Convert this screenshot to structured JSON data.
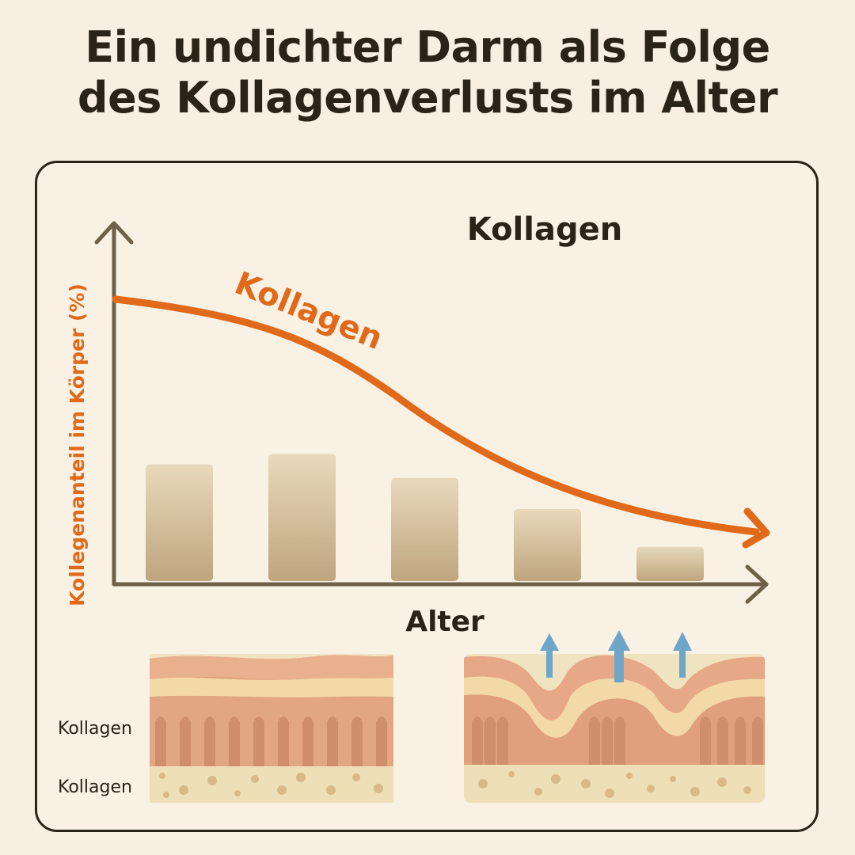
{
  "title": {
    "line1": "Ein undichter Darm als Folge",
    "line2": "des Kollagenverlusts im Alter"
  },
  "chart": {
    "heading": "Kollagen",
    "curve_label": "Kollagen",
    "y_axis_label": "Kollegenanteil im Körper (%)",
    "x_axis_label": "Alter",
    "curve_color": "#e06a1a",
    "axis_color": "#6e6149"
  },
  "chart_data": {
    "type": "bar",
    "title": "Kollagen",
    "xlabel": "Alter",
    "ylabel": "Kollegenanteil im Körper (%)",
    "values": [
      34,
      37,
      30,
      21,
      10
    ],
    "ylim": [
      0,
      100
    ],
    "line_series": [
      {
        "name": "Kollagen",
        "values": [
          90,
          84,
          68,
          48,
          30,
          18,
          14
        ]
      }
    ]
  },
  "tissue": {
    "label_top": "Kollagen",
    "label_bottom": "Kollagen"
  },
  "colors": {
    "bar_top": "#e7d7b8",
    "bar_bottom": "#bca27a",
    "arrow_blue": "#6fa6c8"
  }
}
